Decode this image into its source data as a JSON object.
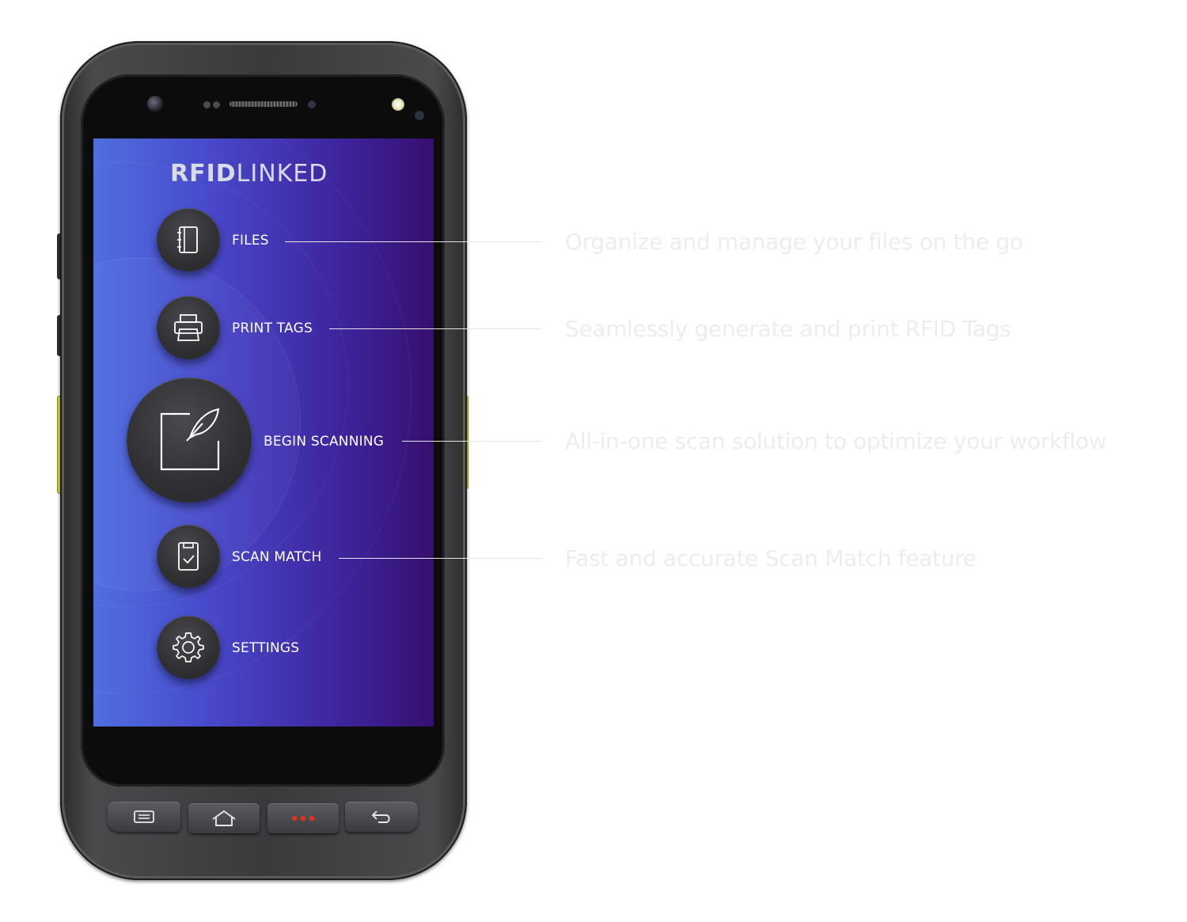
{
  "app": {
    "logo_bold": "RFID",
    "logo_light": "LINKED"
  },
  "menu": {
    "items": [
      {
        "label": "FILES",
        "icon": "notebook-icon"
      },
      {
        "label": "PRINT TAGS",
        "icon": "printer-icon"
      },
      {
        "label": "BEGIN SCANNING",
        "icon": "scan-edit-icon"
      },
      {
        "label": "SCAN MATCH",
        "icon": "clipboard-check-icon"
      },
      {
        "label": "SETTINGS",
        "icon": "gear-icon"
      }
    ]
  },
  "callouts": [
    "Organize and manage your files on the go",
    "Seamlessly generate and print RFID Tags",
    "All-in-one scan solution to optimize your workflow",
    "Fast and accurate Scan Match feature"
  ],
  "device_nav": {
    "buttons": [
      "menu-icon",
      "home-icon",
      "more-icon",
      "back-icon"
    ],
    "more_dots_color": "#e0321e"
  },
  "colors": {
    "screen_gradient": [
      "#4f6fe0",
      "#36106f"
    ],
    "scan_key": "#d8dc2a"
  }
}
